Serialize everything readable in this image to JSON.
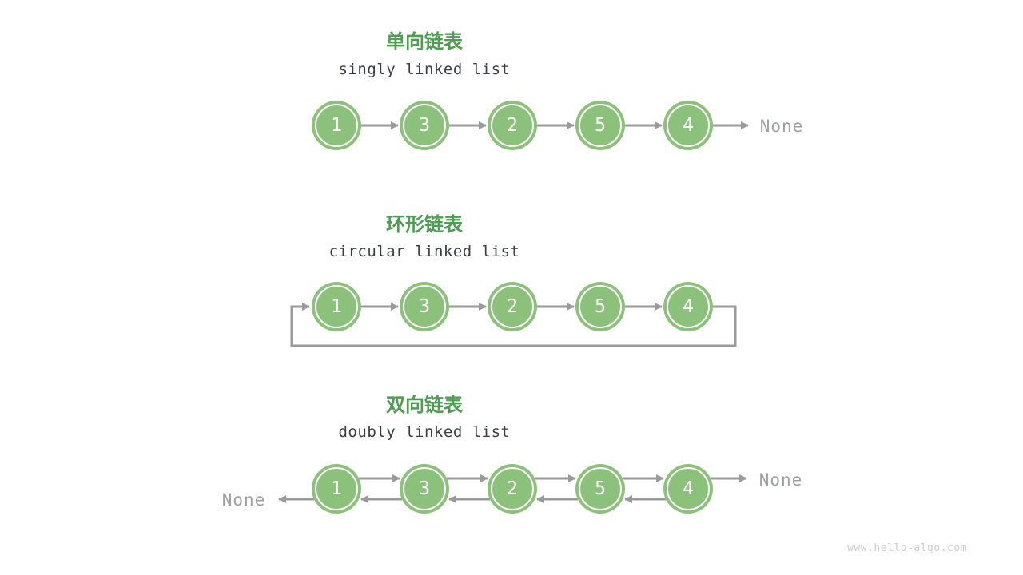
{
  "watermark": "www.hello-algo.com",
  "colors": {
    "node_green": "#8CC17B",
    "title_green": "#4D9E50",
    "subtitle_dark": "#3A3D42",
    "arrow_gray": "#9A9A9A",
    "none_gray": "#9EA0A2",
    "watermark_gray": "#CACCCE",
    "bg": "#FFFFFF"
  },
  "sections": [
    {
      "id": "singly-linked-list",
      "title": "单向链表",
      "subtitle": "singly linked list",
      "nodes": [
        "1",
        "3",
        "2",
        "5",
        "4"
      ],
      "tail_label": "None"
    },
    {
      "id": "circular-linked-list",
      "title": "环形链表",
      "subtitle": "circular linked list",
      "nodes": [
        "1",
        "3",
        "2",
        "5",
        "4"
      ]
    },
    {
      "id": "doubly-linked-list",
      "title": "双向链表",
      "subtitle": "doubly linked list",
      "nodes": [
        "1",
        "3",
        "2",
        "5",
        "4"
      ],
      "head_label": "None",
      "tail_label": "None"
    }
  ]
}
